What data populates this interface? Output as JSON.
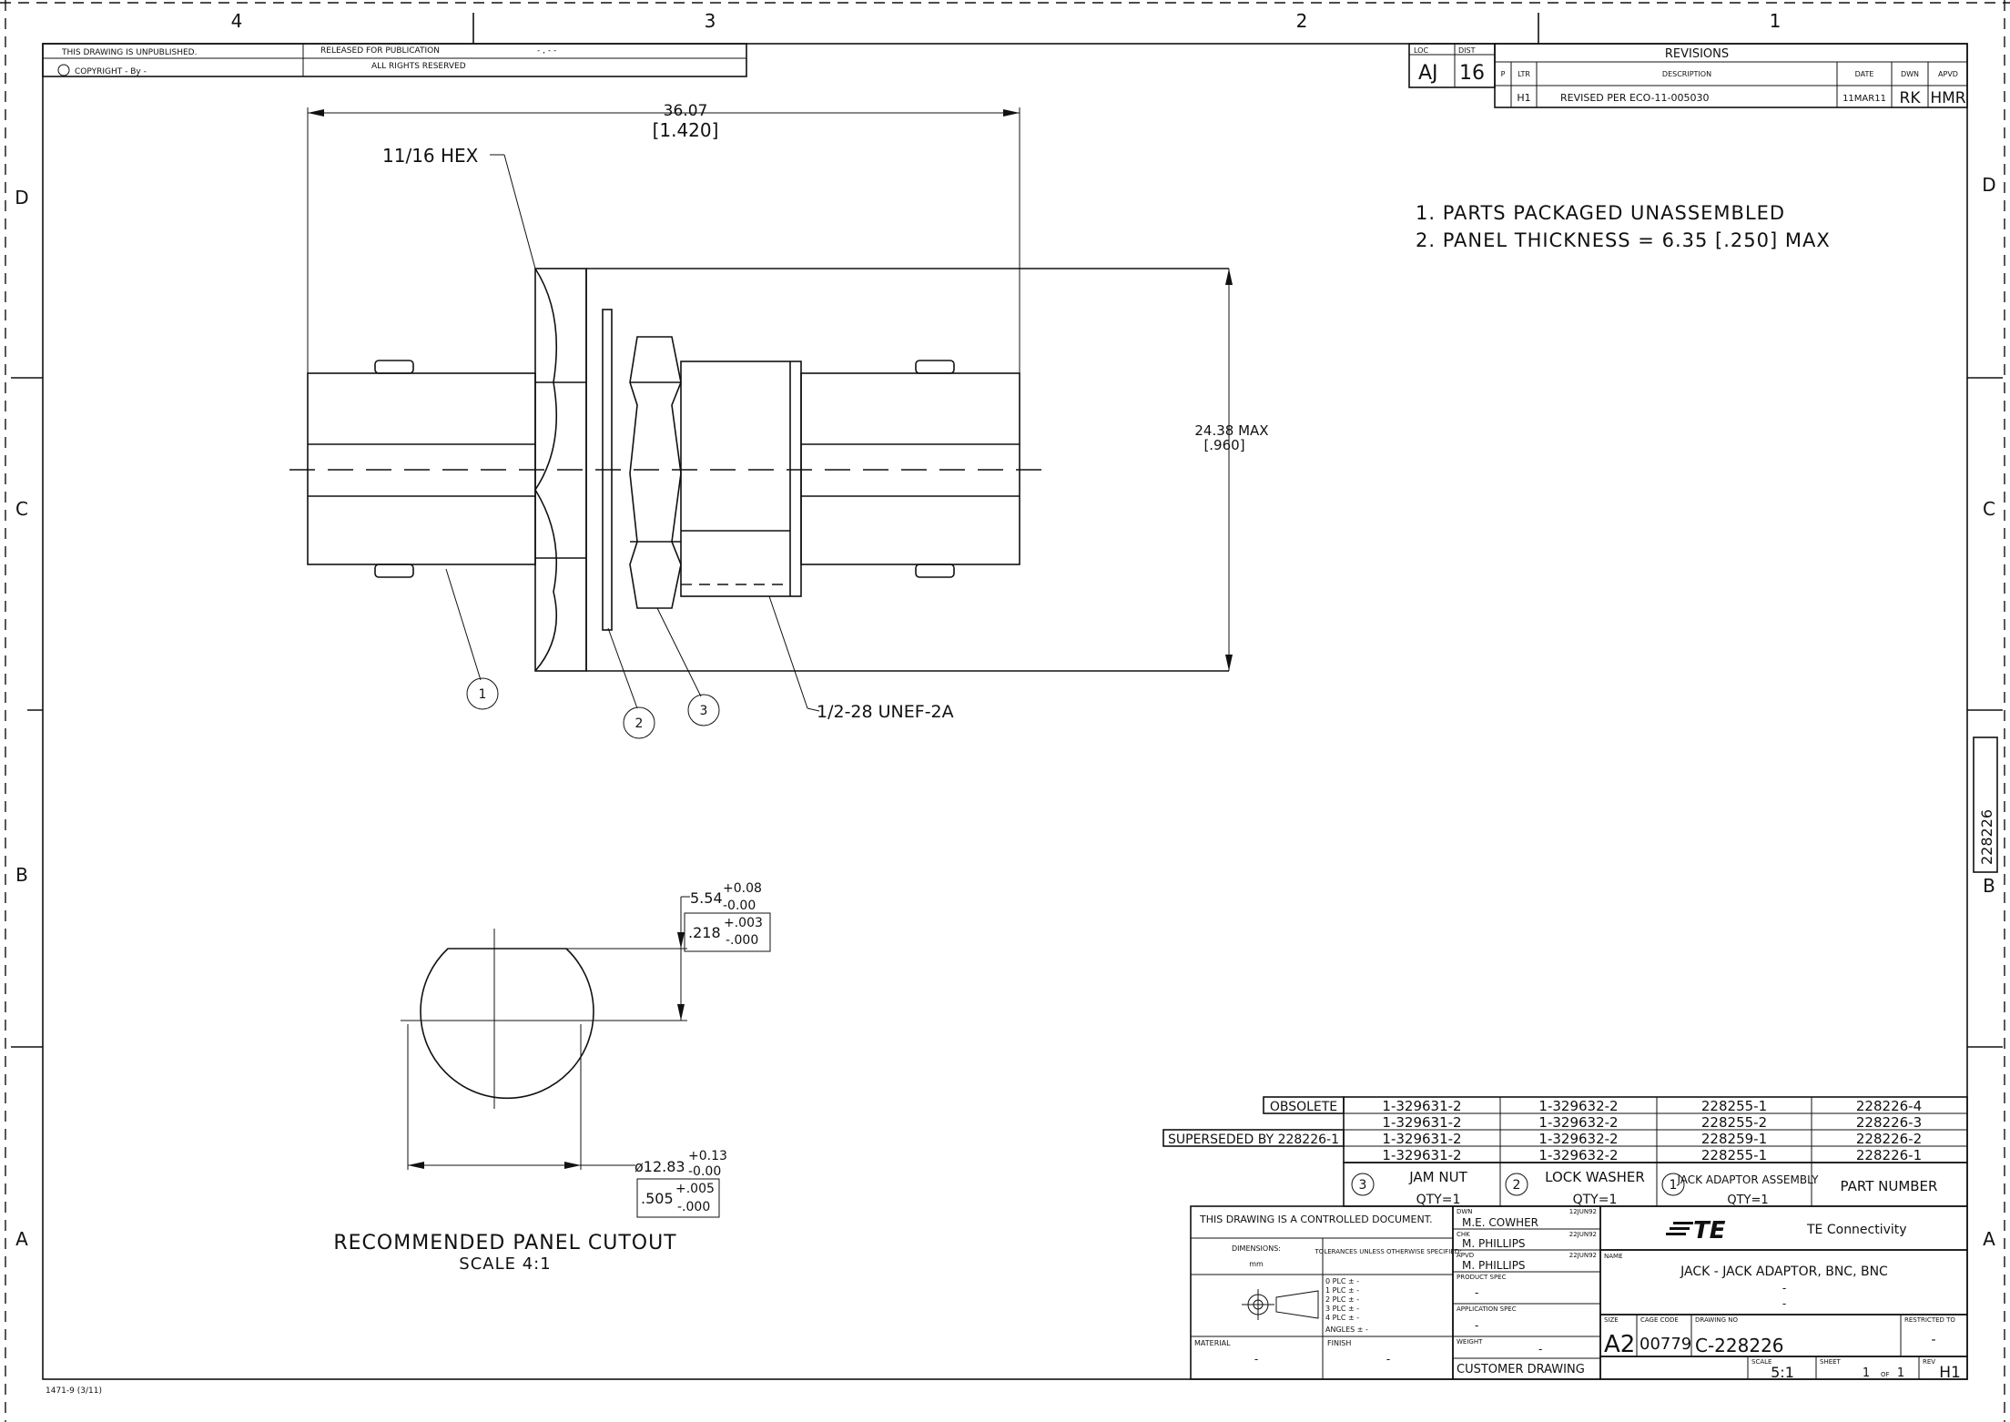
{
  "border": {
    "top_zones": [
      "4",
      "3",
      "2",
      "1"
    ],
    "side_zones": [
      "D",
      "C",
      "B",
      "A"
    ]
  },
  "header": {
    "unpublished": "THIS DRAWING IS UNPUBLISHED.",
    "copyright": "COPYRIGHT  -    By  -",
    "released": "RELEASED FOR PUBLICATION",
    "released_value": "- , -   -",
    "rights": "ALL RIGHTS RESERVED"
  },
  "loc_dist": {
    "loc_label": "LOC",
    "loc": "AJ",
    "dist_label": "DIST",
    "dist": "16"
  },
  "revisions": {
    "title": "REVISIONS",
    "headers": [
      "P",
      "LTR",
      "DESCRIPTION",
      "DATE",
      "DWN",
      "APVD"
    ],
    "row": {
      "ltr": "H1",
      "description": "REVISED PER ECO-11-005030",
      "date": "11MAR11",
      "dwn": "RK",
      "apvd": "HMR"
    }
  },
  "notes": [
    "1.  PARTS PACKAGED UNASSEMBLED",
    "2.  PANEL THICKNESS = 6.35 [.250] MAX"
  ],
  "dimensions": {
    "length_mm": "36.07",
    "length_in": "[1.420]",
    "hex_label": "11/16 HEX",
    "height_mm": "24.38 MAX",
    "height_in": "[.960]",
    "thread": "1/2-28 UNEF-2A",
    "flat_mm": "5.54",
    "flat_tol_plus": "+0.08",
    "flat_tol_minus": "-0.00",
    "flat_in": ".218",
    "flat_in_plus": "+.003",
    "flat_in_minus": "-.000",
    "dia_mm": "ø12.83",
    "dia_tol_plus": "+0.13",
    "dia_tol_minus": "-0.00",
    "dia_in": ".505",
    "dia_in_plus": "+.005",
    "dia_in_minus": "-.000"
  },
  "balloons": [
    "1",
    "2",
    "3"
  ],
  "cutout": {
    "title": "RECOMMENDED PANEL CUTOUT",
    "scale": "SCALE 4:1"
  },
  "parts_table": {
    "row_labels": [
      "OBSOLETE",
      "",
      "SUPERSEDED BY 228226-1",
      ""
    ],
    "rows": [
      [
        "1-329631-2",
        "1-329632-2",
        "228255-1",
        "228226-4"
      ],
      [
        "1-329631-2",
        "1-329632-2",
        "228255-2",
        "228226-3"
      ],
      [
        "1-329631-2",
        "1-329632-2",
        "228259-1",
        "228226-2"
      ],
      [
        "1-329631-2",
        "1-329632-2",
        "228255-1",
        "228226-1"
      ]
    ],
    "headers": [
      {
        "num": "3",
        "name": "JAM NUT",
        "qty": "QTY=1"
      },
      {
        "num": "2",
        "name": "LOCK WASHER",
        "qty": "QTY=1"
      },
      {
        "num": "1",
        "name": "JACK ADAPTOR ASSEMBLY",
        "qty": "QTY=1"
      }
    ],
    "part_number": "PART NUMBER"
  },
  "title_block": {
    "controlled": "THIS DRAWING IS A CONTROLLED DOCUMENT.",
    "dimensions_label": "DIMENSIONS:",
    "dimensions_unit": "mm",
    "tolerances_label": "TOLERANCES UNLESS OTHERWISE SPECIFIED:",
    "tolerance_rows": [
      "0 PLC    ± -",
      "1 PLC    ± -",
      "2 PLC    ± -",
      "3 PLC    ± -",
      "4 PLC    ± -",
      "ANGLES       ± -"
    ],
    "material_label": "MATERIAL",
    "material": "-",
    "finish_label": "FINISH",
    "finish": "-",
    "dwn_label": "DWN",
    "dwn": "M.E. COWHER",
    "dwn_date": "12JUN92",
    "chk_label": "CHK",
    "chk": "M. PHILLIPS",
    "chk_date": "22JUN92",
    "apvd_label": "APVD",
    "apvd": "M. PHILLIPS",
    "apvd_date": "22JUN92",
    "product_spec_label": "PRODUCT SPEC",
    "product_spec": "-",
    "application_spec_label": "APPLICATION SPEC",
    "application_spec": "-",
    "weight_label": "WEIGHT",
    "weight": "-",
    "customer": "CUSTOMER DRAWING",
    "company_logo": "TE",
    "company": "TE Connectivity",
    "name_label": "NAME",
    "name": "JACK - JACK ADAPTOR, BNC, BNC",
    "name_dash1": "-",
    "name_dash2": "-",
    "size_label": "SIZE",
    "size": "A2",
    "cage_label": "CAGE CODE",
    "cage": "00779",
    "drawing_no_label": "DRAWING NO",
    "drawing_no": "C-228226",
    "restricted_label": "RESTRICTED TO",
    "restricted": "-",
    "scale_label": "SCALE",
    "scale": "5:1",
    "sheet_label": "SHEET",
    "sheet": "1",
    "sheet_of": "OF",
    "sheet_total": "1",
    "rev_label": "REV",
    "rev": "H1"
  },
  "side_tab": "228226",
  "form_number": "1471-9  (3/11)"
}
